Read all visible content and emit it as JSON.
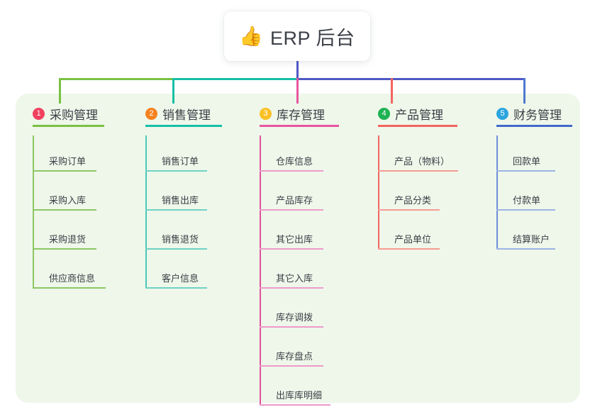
{
  "root": {
    "icon": "thumbs-up-icon",
    "emoji": "👍",
    "title": "ERP 后台"
  },
  "palette": {
    "panel_bg": "#eef7ea",
    "page_bg": "#ffffff",
    "text": "#3b3f46",
    "root_stem": "#4f59c4",
    "bus_left": "#7ac143",
    "bus_mid": "#16bfa6",
    "bus_right": "#4f59c4"
  },
  "columns": [
    {
      "index": "1",
      "label": "采购管理",
      "badge_color": "#f0415f",
      "accent": "#7ac143",
      "spine": "#8cc765",
      "rule": "#8cc765",
      "stem": "#7ac143",
      "items": [
        "采购订单",
        "采购入库",
        "采购退货",
        "供应商信息"
      ]
    },
    {
      "index": "2",
      "label": "销售管理",
      "badge_color": "#f58220",
      "accent": "#16bfa6",
      "spine": "#49c7b5",
      "rule": "#6fd2c4",
      "stem": "#16bfa6",
      "items": [
        "销售订单",
        "销售出库",
        "销售退货",
        "客户信息"
      ]
    },
    {
      "index": "3",
      "label": "库存管理",
      "badge_color": "#fac127",
      "accent": "#e8559f",
      "spine": "#e0519b",
      "rule": "#ee9ac9",
      "stem": "#e8559f",
      "items": [
        "仓库信息",
        "产品库存",
        "其它出库",
        "其它入库",
        "库存调拨",
        "库存盘点",
        "出库库明细"
      ]
    },
    {
      "index": "4",
      "label": "产品管理",
      "badge_color": "#1eb253",
      "accent": "#f4645f",
      "spine": "#f4645f",
      "rule": "#f79b94",
      "stem": "#f4645f",
      "items": [
        "产品（物料）",
        "产品分类",
        "产品单位"
      ]
    },
    {
      "index": "5",
      "label": "财务管理",
      "badge_color": "#2ca5e0",
      "accent": "#4169c9",
      "spine": "#6c8ed6",
      "rule": "#9db4e4",
      "stem": "#4f79cf",
      "items": [
        "回款单",
        "付款单",
        "结算账户"
      ]
    }
  ]
}
